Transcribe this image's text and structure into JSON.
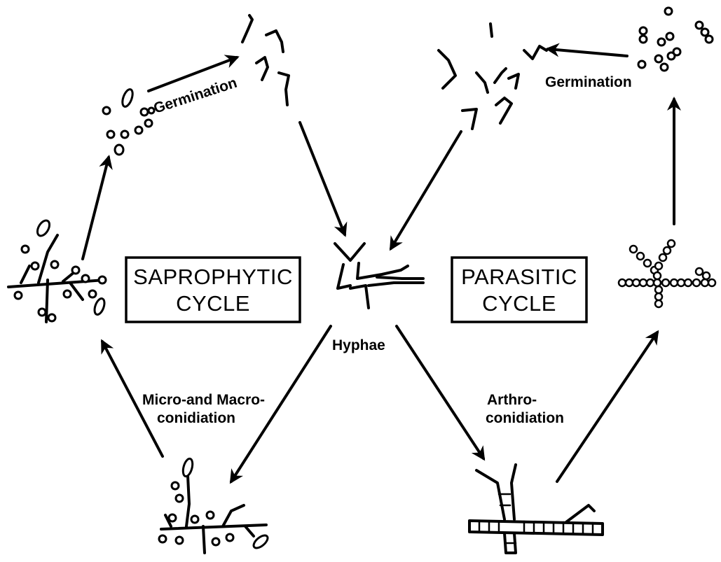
{
  "diagram": {
    "saprophytic_box": {
      "line1": "SAPROPHYTIC",
      "line2": "CYCLE"
    },
    "parasitic_box": {
      "line1": "PARASITIC",
      "line2": "CYCLE"
    },
    "labels": {
      "germination_left": "Germination",
      "germination_right": "Germination",
      "hyphae": "Hyphae",
      "micro_macro_line1": "Micro-and Macro-",
      "micro_macro_line2": "conidiation",
      "arthro_line1": "Arthro-",
      "arthro_line2": "conidiation"
    }
  }
}
